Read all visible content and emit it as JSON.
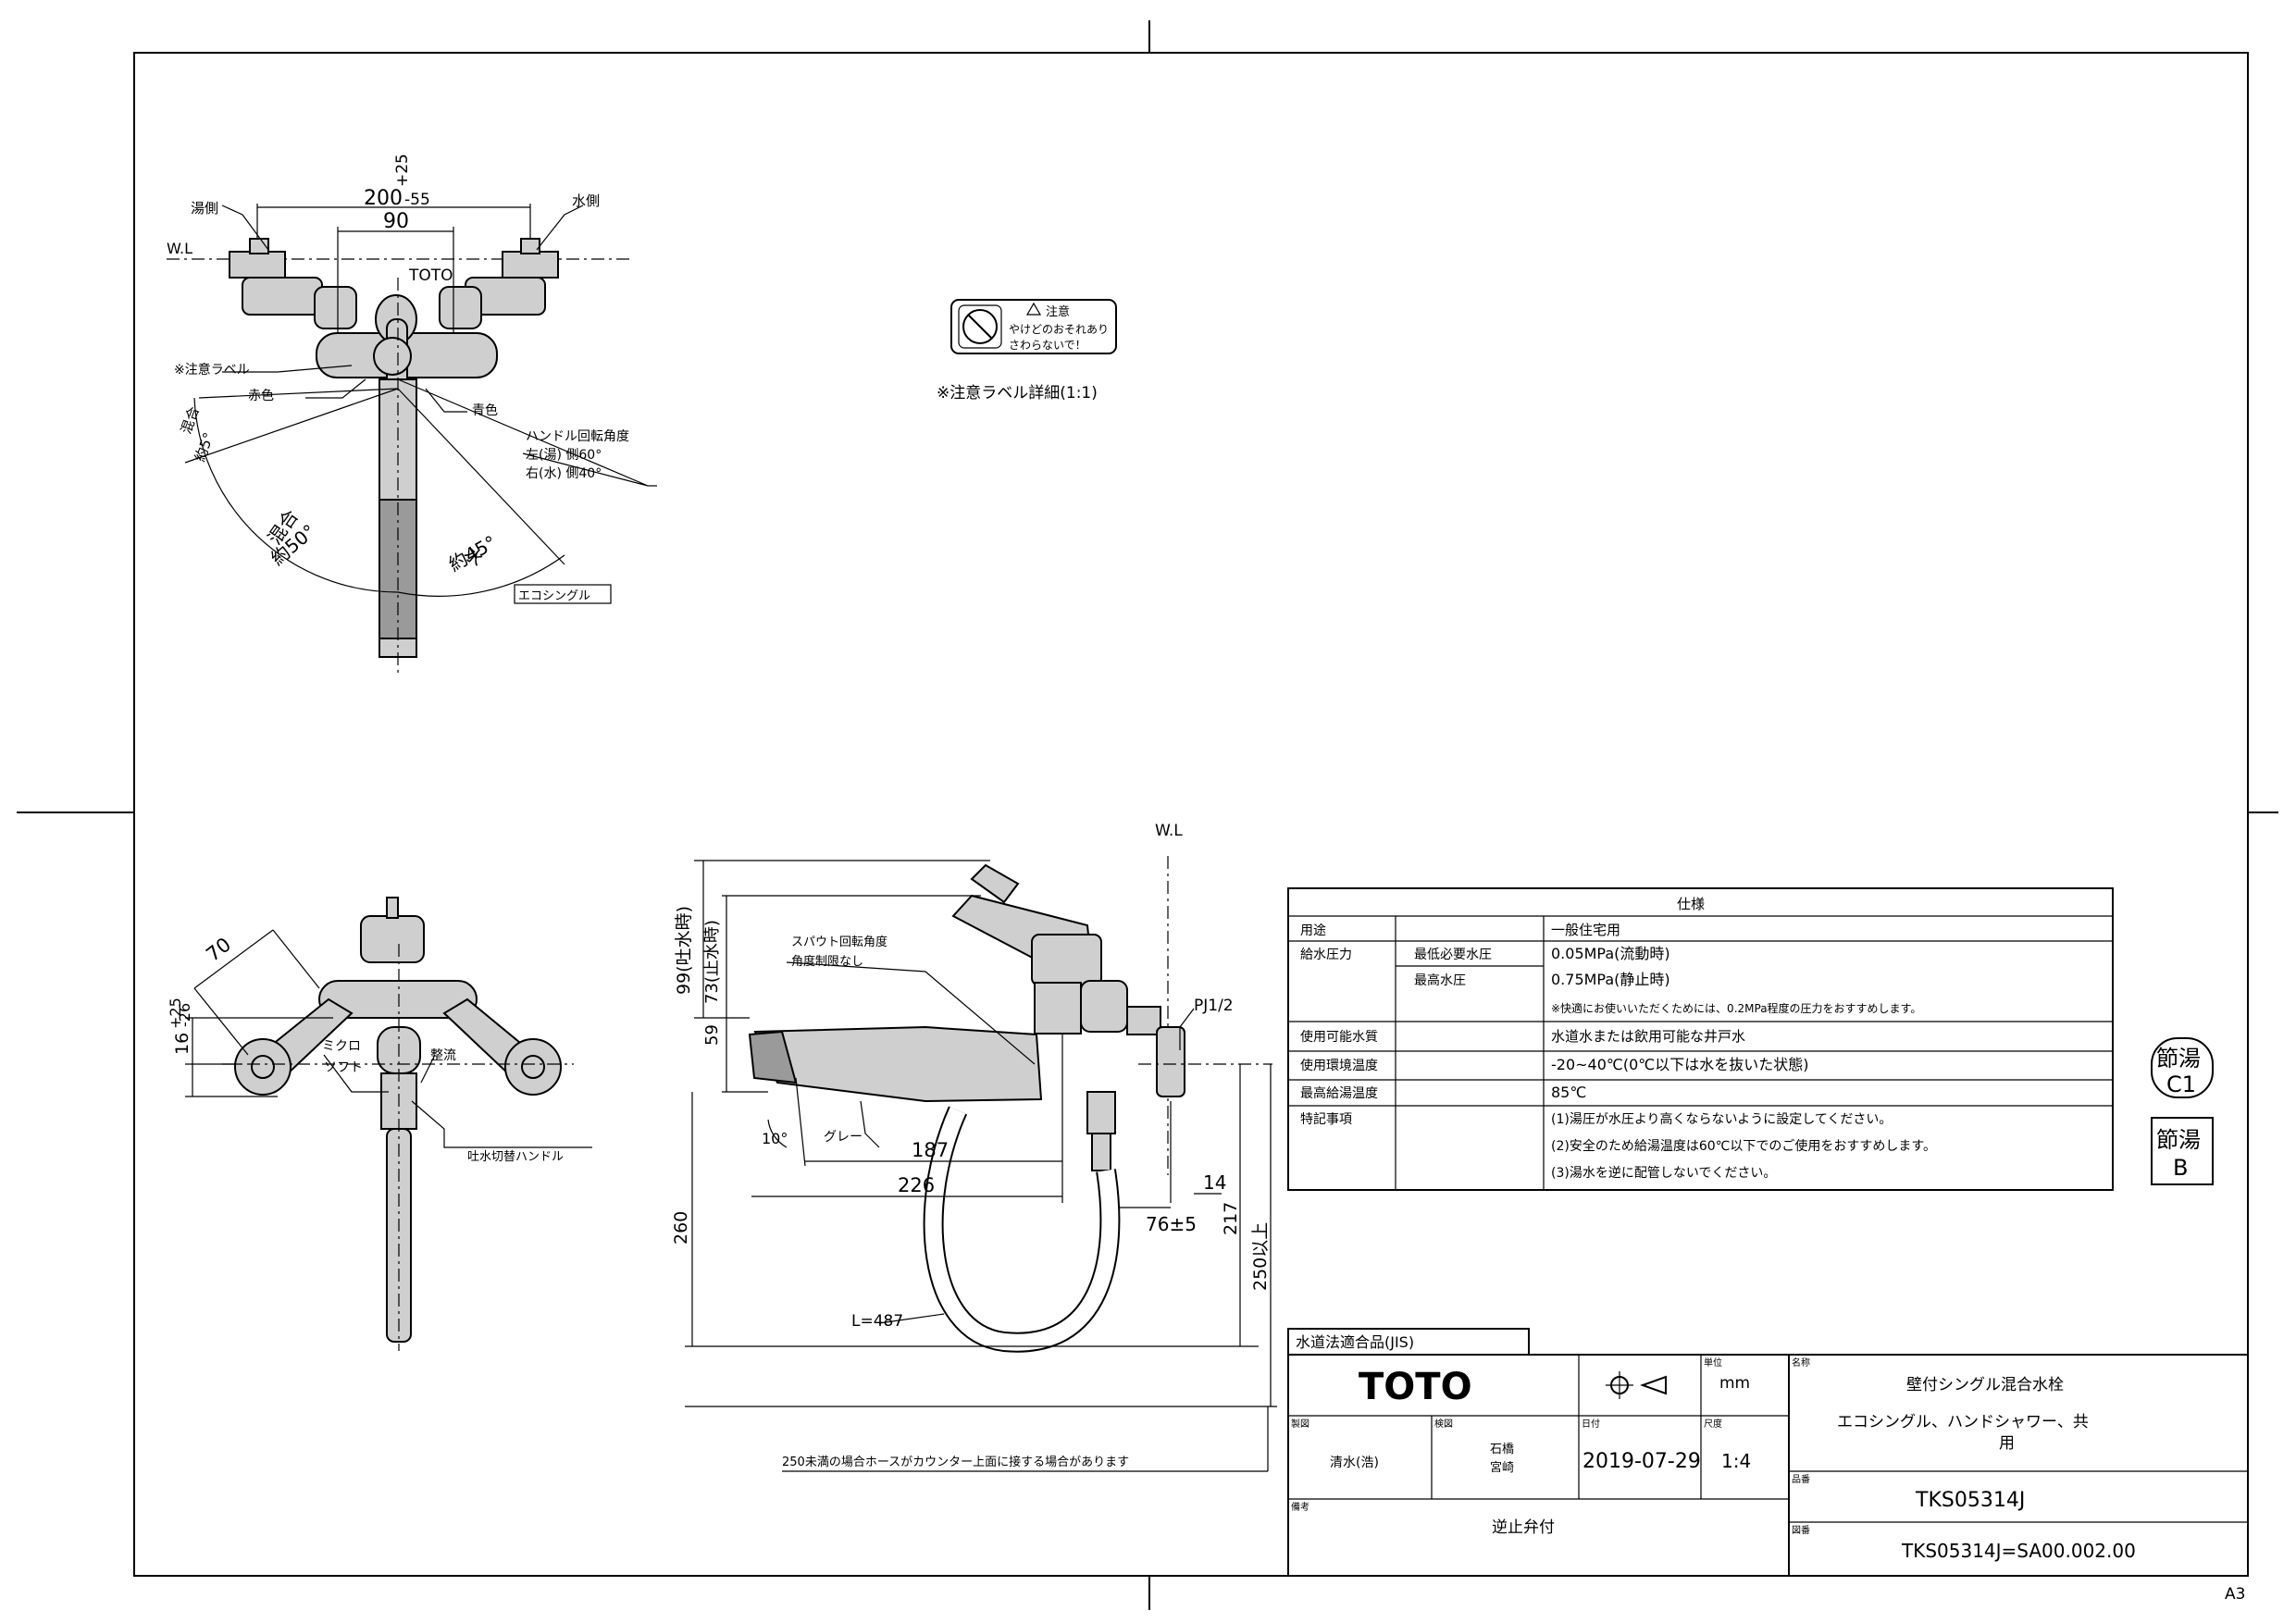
{
  "labels": {
    "wl_top": "W.L",
    "wl_side": "W.L",
    "hot_side": "湯側",
    "cold_side": "水側",
    "dim_top_outer": "200",
    "dim_top_tol_plus": "+25",
    "dim_top_tol_minus": "-55",
    "dim_top_inner": "90",
    "brand_on_body": "TOTO",
    "caution_label": "※注意ラベル",
    "red": "赤色",
    "blue": "青色",
    "handle_angle_title": "ハンドル回転角度",
    "handle_left": "左(湯) 側60°",
    "handle_right": "右(水) 側40°",
    "angle_small": "約5°",
    "angle_small_prefix": "混合",
    "angle_mix": "約50°",
    "angle_mix_prefix": "混合",
    "angle_water": "約45°",
    "angle_water_prefix": "水",
    "ecosingle_tag": "エコシングル",
    "caution_title": "注意",
    "caution_line1": "やけどのおそれあり",
    "caution_line2": "さわらないで！",
    "caution_detail": "※注意ラベル詳細(1:1)",
    "front_dim_70": "70",
    "front_tol_plus": "+25",
    "front_16": "16",
    "front_tol_minus": "-26",
    "micro": "ミクロ",
    "soft": "ソフト",
    "spray": "整流",
    "switch_handle": "吐水切替ハンドル",
    "spout_note1": "スパウト回転角度",
    "spout_note2": "角度制限なし",
    "dim_99": "99(吐水時)",
    "dim_73": "73(止水時)",
    "dim_59": "59",
    "dim_260": "260",
    "dim_10deg": "10°",
    "gray": "グレー",
    "dim_187": "187",
    "dim_226": "226",
    "dim_14": "14",
    "dim_76": "76±5",
    "dim_217": "217",
    "dim_250": "250以上",
    "hose_len": "L=487",
    "pj": "PJ1/2",
    "bottom_note": "250未満の場合ホースがカウンター上面に接する場合があります",
    "sheet_size": "A3"
  },
  "spec_table": {
    "title": "仕様",
    "rows": [
      {
        "item": "用途",
        "sub": "",
        "value": "一般住宅用"
      },
      {
        "item": "給水圧力",
        "sub": "最低必要水圧",
        "value": "0.05MPa(流動時)"
      },
      {
        "item": "",
        "sub": "最高水圧",
        "value": "0.75MPa(静止時)"
      },
      {
        "item": "",
        "sub": "",
        "value": "※快適にお使いいただくためには、0.2MPa程度の圧力をおすすめします。"
      },
      {
        "item": "使用可能水質",
        "sub": "",
        "value": "水道水または飲用可能な井戸水"
      },
      {
        "item": "使用環境温度",
        "sub": "",
        "value": "-20~40℃(0℃以下は水を抜いた状態)"
      },
      {
        "item": "最高給湯温度",
        "sub": "",
        "value": "85℃"
      },
      {
        "item": "特記事項",
        "sub": "",
        "value": "(1)湯圧が水圧より高くならないように設定してください。"
      },
      {
        "item": "",
        "sub": "",
        "value": "(2)安全のため給湯温度は60℃以下でのご使用をおすすめします。"
      },
      {
        "item": "",
        "sub": "",
        "value": "(3)湯水を逆に配管しないでください。"
      }
    ]
  },
  "badges": {
    "b1_line1": "節湯",
    "b1_line2": "C1",
    "b2_line1": "節湯",
    "b2_line2": "B"
  },
  "title_block": {
    "jis": "水道法適合品(JIS)",
    "logo": "TOTO",
    "unit_label": "単位",
    "unit": "mm",
    "name_label": "名称",
    "name1": "壁付シングル混合水栓",
    "name2": "エコシングル、ハンドシャワー、共",
    "name3": "用",
    "design_label": "製図",
    "check_label": "検図",
    "designer": "清水(浩)",
    "checker1": "石橋",
    "checker2": "宮崎",
    "date_label": "日付",
    "date": "2019-07-29",
    "scale_label": "尺度",
    "scale": "1:4",
    "model_label": "品番",
    "model": "TKS05314J",
    "note_label": "備考",
    "note": "逆止弁付",
    "drawing_label": "図番",
    "drawing_no": "TKS05314J=SA00.002.00"
  }
}
